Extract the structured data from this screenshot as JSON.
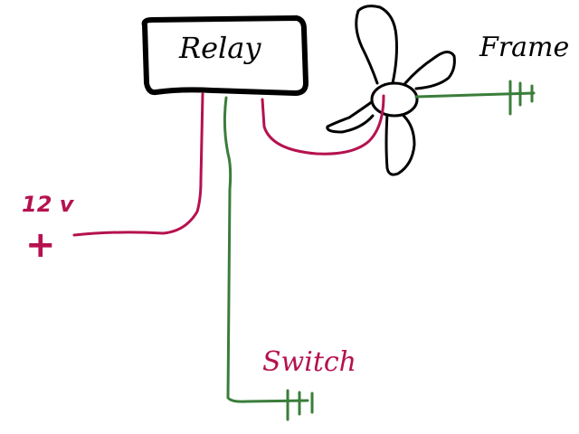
{
  "labels": {
    "relay": "Relay",
    "frame": "Frame",
    "switch": "Switch",
    "voltage": "12 v",
    "plus": "+"
  },
  "colors": {
    "power_wire": "#b5124f",
    "ground_wire": "#3a7d3a",
    "outline": "#000000",
    "background": "#ffffff"
  },
  "components": [
    "relay",
    "fan",
    "battery-positive",
    "switch-ground",
    "frame-ground"
  ]
}
